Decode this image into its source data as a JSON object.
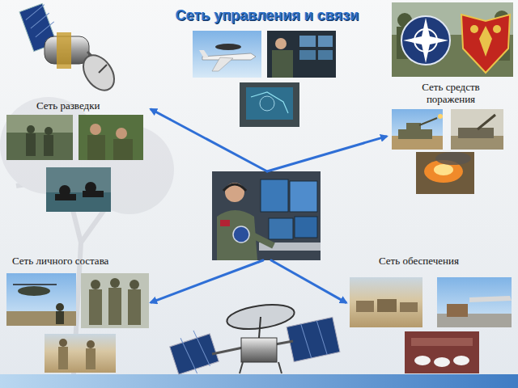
{
  "diagram": {
    "nodes": [
      {
        "text": [
          "Сеть управления и связи"
        ]
      },
      {
        "text": [
          "Сеть разведки"
        ]
      },
      {
        "text": [
          "Сеть средств поражения"
        ]
      },
      {
        "text": [
          "Сеть личного состава"
        ]
      },
      {
        "text": [
          "Сеть обеспечения"
        ]
      }
    ],
    "edges": [
      {
        "from": 0,
        "to": 1,
        "arrow": "to"
      },
      {
        "from": 0,
        "to": 2,
        "arrow": "to"
      },
      {
        "from": 0,
        "to": 3,
        "arrow": "to"
      },
      {
        "from": 0,
        "to": 4,
        "arrow": "to"
      }
    ]
  }
}
